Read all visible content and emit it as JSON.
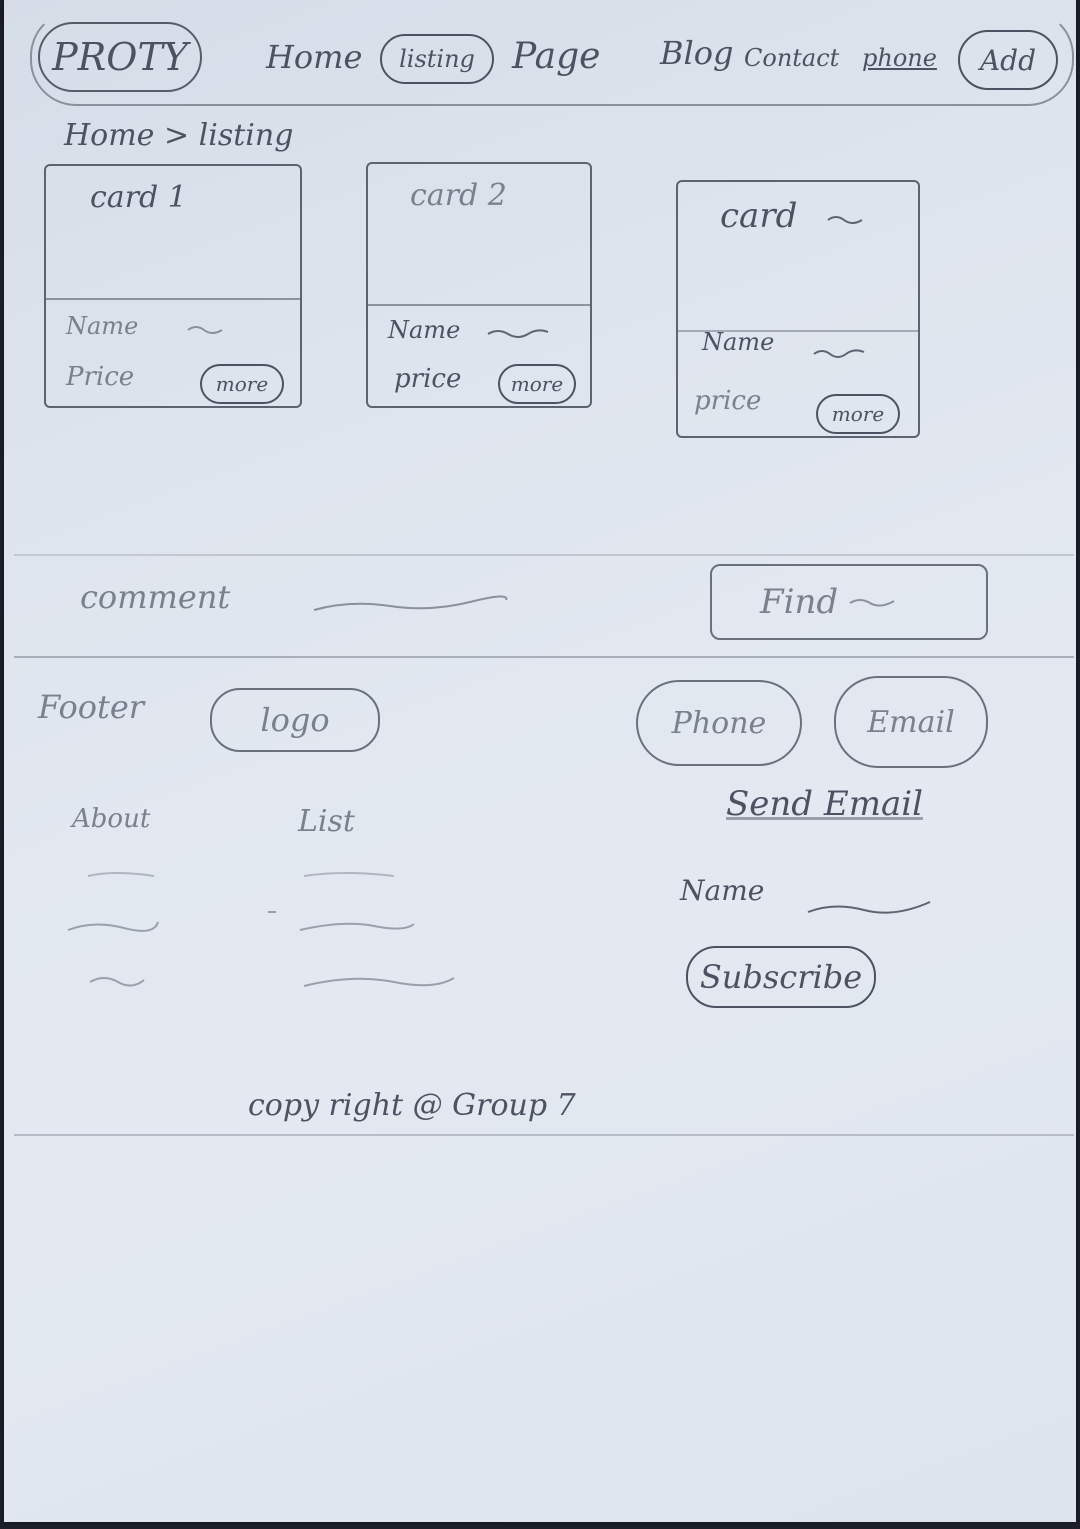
{
  "navbar": {
    "brand": "PROTY",
    "items": [
      "Home",
      "listing",
      "Page",
      "Blog",
      "Contact",
      "phone"
    ],
    "add_label": "Add"
  },
  "breadcrumb": "Home > listing",
  "cards": [
    {
      "title": "card 1",
      "name_label": "Name",
      "price_label": "Price",
      "more_label": "more"
    },
    {
      "title": "card 2",
      "name_label": "Name",
      "price_label": "price",
      "more_label": "more"
    },
    {
      "title": "card",
      "name_label": "Name",
      "price_label": "price",
      "more_label": "more"
    }
  ],
  "comment_label": "comment",
  "find_label": "Find",
  "footer": {
    "label": "Footer",
    "logo": "logo",
    "phone": "Phone",
    "email": "Email",
    "about": "About",
    "list": "List",
    "send_email": "Send Email",
    "name_label": "Name",
    "subscribe": "Subscribe",
    "copyright": "copy right @ Group 7"
  }
}
